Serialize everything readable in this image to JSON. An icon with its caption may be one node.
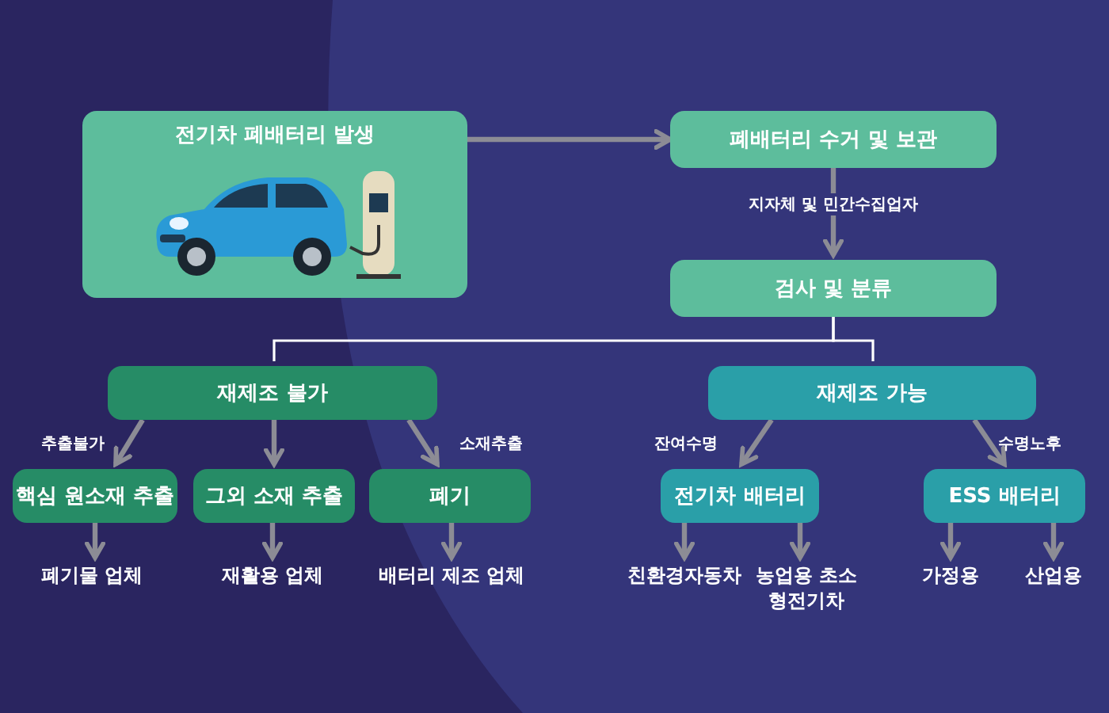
{
  "diagram": {
    "nodes": [
      {
        "text": [
          "전기차 폐배터리 발생"
        ]
      },
      {
        "text": [
          "폐배터리 수거 및 보관"
        ]
      },
      {
        "text": [
          "검사 및 분류"
        ]
      },
      {
        "text": [
          "재제조 불가"
        ]
      },
      {
        "text": [
          "재제조 가능"
        ]
      },
      {
        "text": [
          "핵심 원소재 추출"
        ]
      },
      {
        "text": [
          "그외 소재 추출"
        ]
      },
      {
        "text": [
          "폐기"
        ]
      },
      {
        "text": [
          "전기차 배터리"
        ]
      },
      {
        "text": [
          "ESS 배터리"
        ]
      },
      {
        "text": [
          "폐기물 업체"
        ]
      },
      {
        "text": [
          "재활용 업체"
        ]
      },
      {
        "text": [
          "배터리 제조 업체"
        ]
      },
      {
        "text": [
          "친환경자동차"
        ]
      },
      {
        "text": [
          "농업용 초소형전기차"
        ]
      },
      {
        "text": [
          "가정용"
        ]
      },
      {
        "text": [
          "산업용"
        ]
      }
    ],
    "edges": [
      {
        "from": 0,
        "to": 1,
        "arrow": "to"
      },
      {
        "from": 1,
        "to": 2,
        "arrow": "to",
        "label": "지자체 및 민간수집업자"
      },
      {
        "from": 2,
        "to": 3,
        "arrow": "none",
        "color": "#ffffff"
      },
      {
        "from": 2,
        "to": 4,
        "arrow": "none",
        "color": "#ffffff"
      },
      {
        "from": 3,
        "to": 5,
        "arrow": "to",
        "label": "추출불가"
      },
      {
        "from": 3,
        "to": 6,
        "arrow": "to"
      },
      {
        "from": 3,
        "to": 7,
        "arrow": "to",
        "label": "소재추출"
      },
      {
        "from": 4,
        "to": 8,
        "arrow": "to",
        "label": "잔여수명"
      },
      {
        "from": 4,
        "to": 9,
        "arrow": "to",
        "label": "수명노후"
      },
      {
        "from": 5,
        "to": 10,
        "arrow": "to"
      },
      {
        "from": 6,
        "to": 11,
        "arrow": "to"
      },
      {
        "from": 7,
        "to": 12,
        "arrow": "to"
      },
      {
        "from": 8,
        "to": 13,
        "arrow": "to"
      },
      {
        "from": 8,
        "to": 14,
        "arrow": "to"
      },
      {
        "from": 9,
        "to": 15,
        "arrow": "to"
      },
      {
        "from": 9,
        "to": 16,
        "arrow": "to"
      }
    ]
  }
}
